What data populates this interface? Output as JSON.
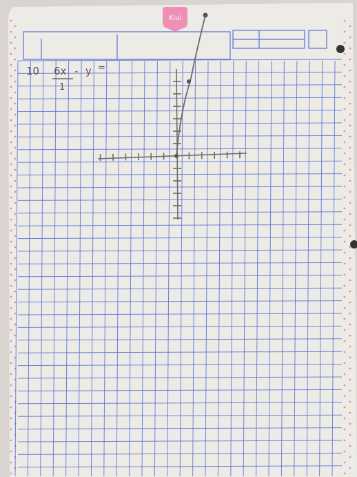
{
  "photo": {
    "subject": "graph paper notebook page with handwritten exercise",
    "colors": {
      "paper": "#ecebe6",
      "grid": "#5b6fd6",
      "pencil": "#6b6b6b",
      "margin_dots": "#e58fb0",
      "logo": "#ef8fb6",
      "background": "#d9d4cf"
    }
  },
  "logo": {
    "text": "Kiui"
  },
  "exercise": {
    "number": "10",
    "numerator": "6x",
    "minus1": "-",
    "var": "y",
    "equals": "=",
    "denominator": "1"
  }
}
